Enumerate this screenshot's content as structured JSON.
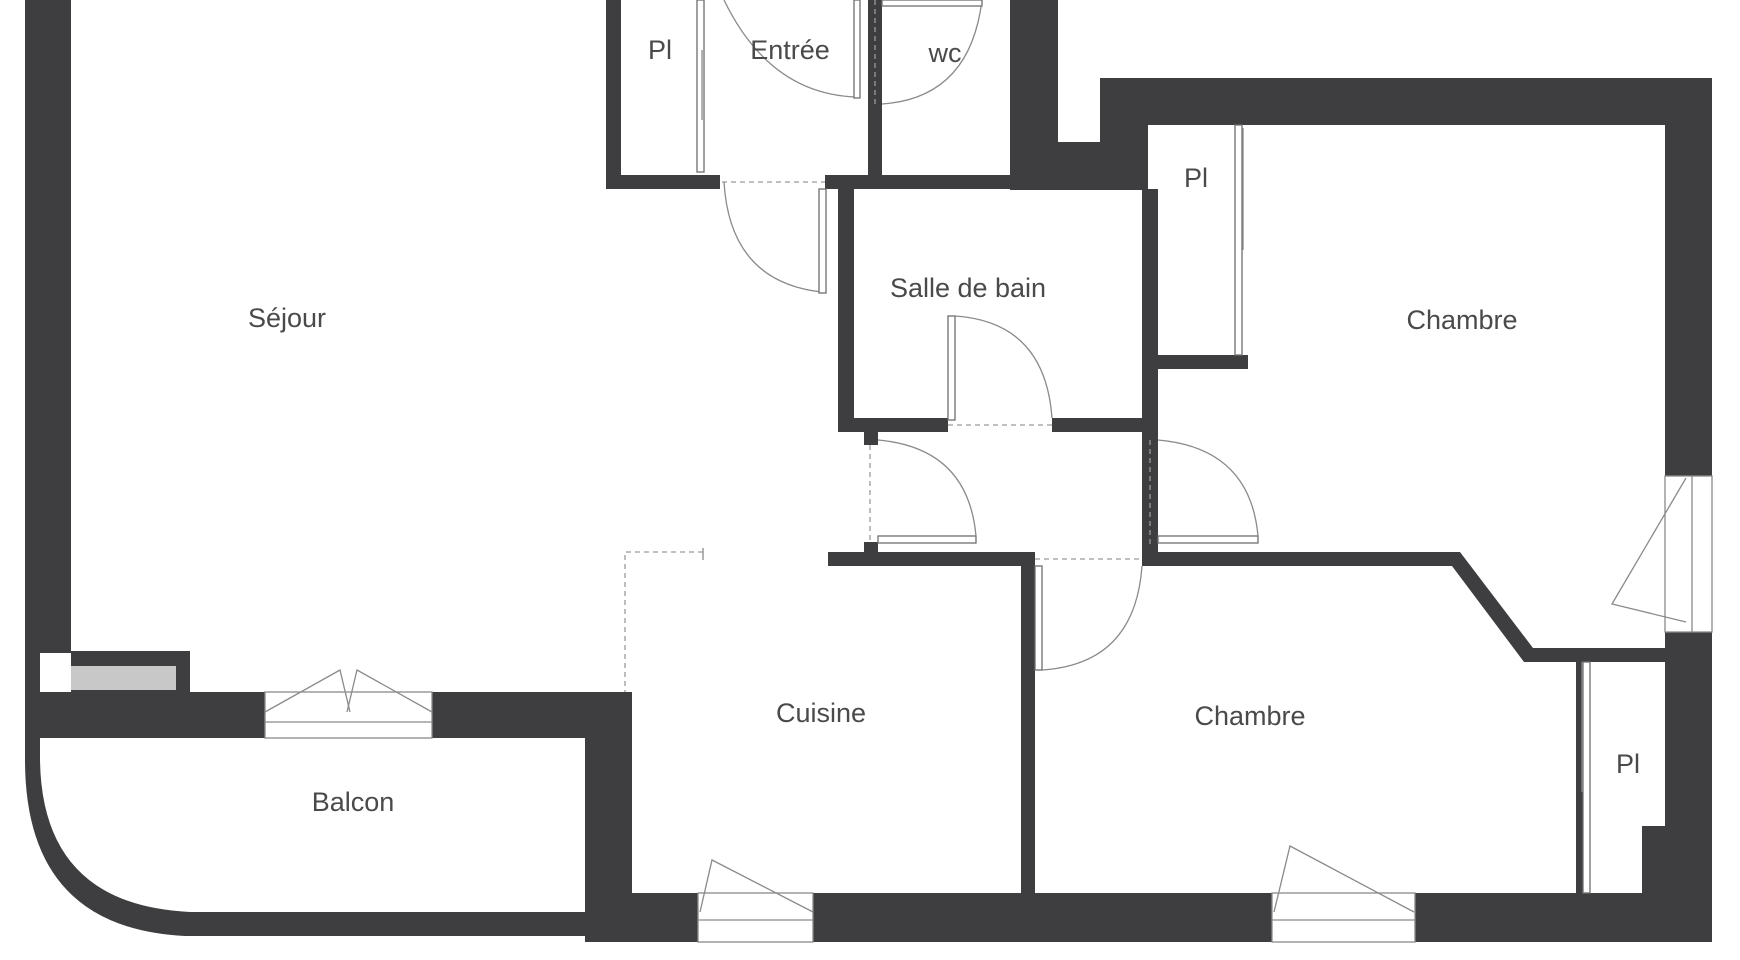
{
  "floor_plan": {
    "rooms": [
      {
        "id": "placard-entree",
        "label": "Pl"
      },
      {
        "id": "entree",
        "label": "Entrée"
      },
      {
        "id": "wc",
        "label": "wc"
      },
      {
        "id": "sejour",
        "label": "Séjour"
      },
      {
        "id": "salle-de-bain",
        "label": "Salle de bain"
      },
      {
        "id": "placard-chambre-1",
        "label": "Pl"
      },
      {
        "id": "chambre-1",
        "label": "Chambre"
      },
      {
        "id": "cuisine",
        "label": "Cuisine"
      },
      {
        "id": "chambre-2",
        "label": "Chambre"
      },
      {
        "id": "placard-chambre-2",
        "label": "Pl"
      },
      {
        "id": "balcon",
        "label": "Balcon"
      }
    ],
    "colors": {
      "wall": "#3e3e40",
      "background": "#ffffff",
      "label": "#4a4a4a"
    }
  }
}
